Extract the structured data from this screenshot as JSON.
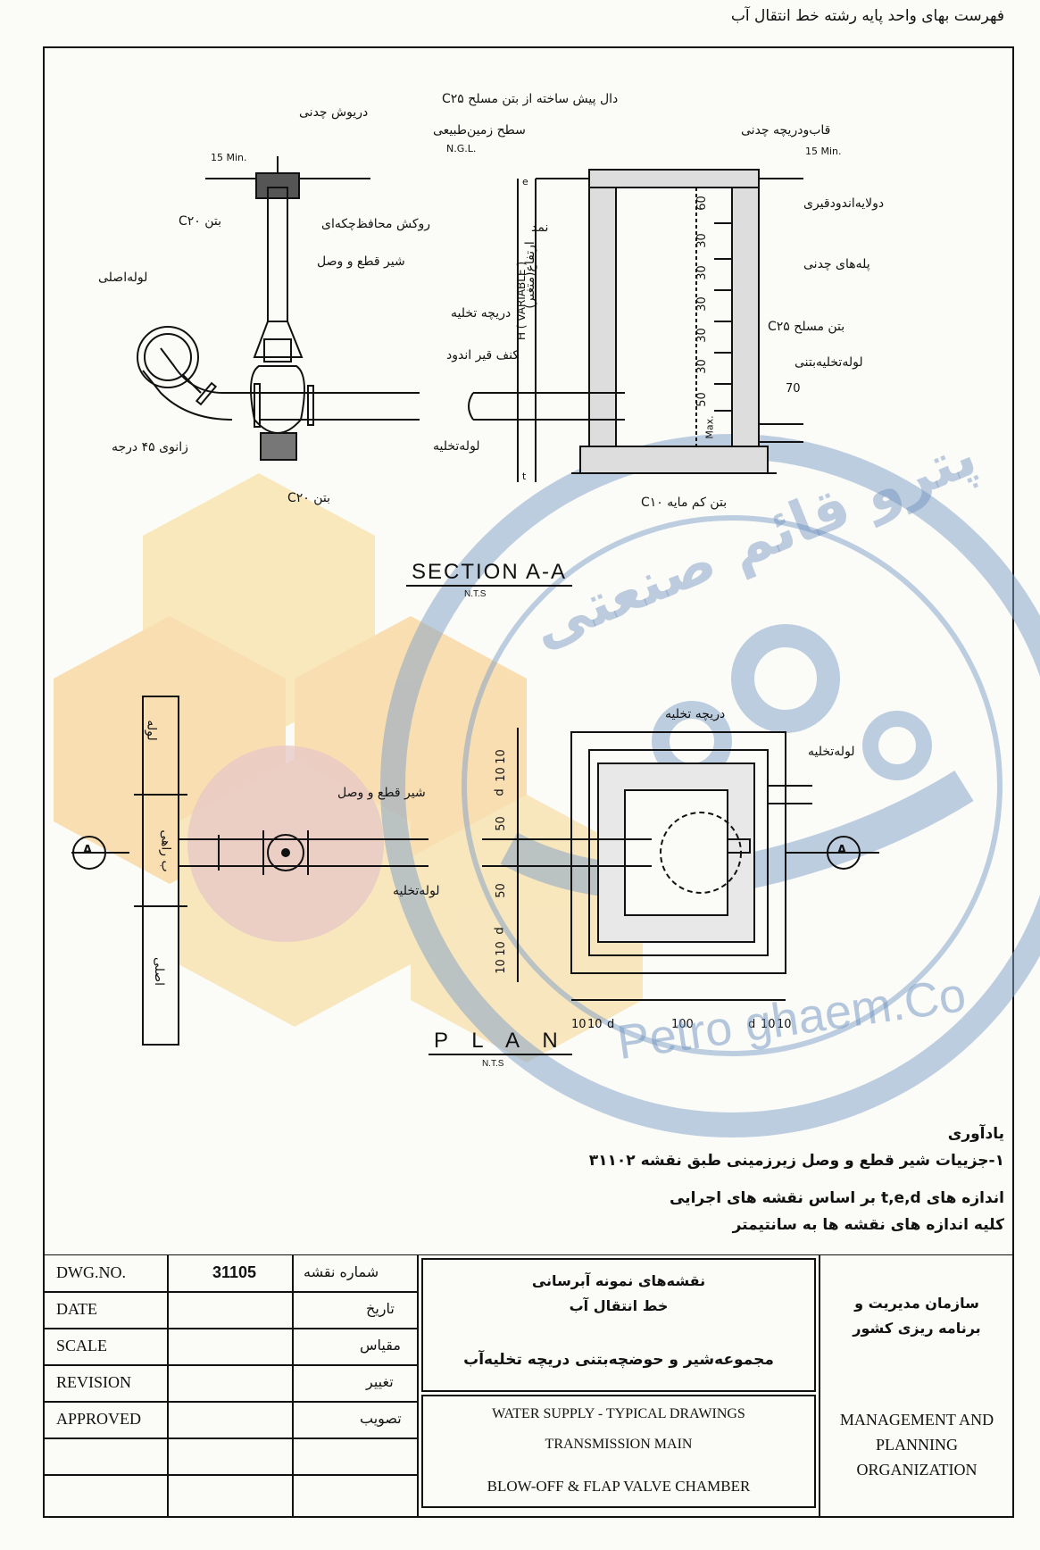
{
  "header": {
    "title": "فهرست بهای واحد پایه رشته خط انتقال آب"
  },
  "section": {
    "title": "SECTION A-A",
    "scale": "N.T.S",
    "labels": {
      "cover": "دریوش چدنی",
      "min15a": "15 Min.",
      "concrete_c20_top": "بتن C۲۰",
      "protective_coating": "روکش محافظ‌چکه‌ای",
      "shutoff_valve": "شیر قطع و وصل",
      "main_pipe": "لوله‌اصلی",
      "elbow45": "زانوی ۴۵ درجه",
      "concrete_c20_bottom": "بتن C۲۰",
      "precast_slab": "دال پیش ساخته از بتن مسلح C۲۵",
      "natural_ground": "سطح زمین‌طبیعی",
      "ngl": "N.G.L.",
      "frame_cover": "قاب‌ودریچه چدنی",
      "min15b": "15 Min.",
      "two_layer_bitumen": "دولایه‌اندودقیری",
      "felt": "نمد",
      "h_variable": "H ( VARIABLE )",
      "height_variable": "ارتفاع(متغیر)",
      "cast_steps": "پله‌های چدنی",
      "flap_valve": "دریچه تخلیه",
      "reinforced_c25": "بتن مسلح C۲۵",
      "tar_caulk": "کنف قیر اندود",
      "drain_concrete_pipe": "لوله‌تخلیه‌بتنی",
      "drain_pipe": "لوله‌تخلیه",
      "lean_concrete": "بتن کم مایه C۱۰",
      "dim_70": "70",
      "dim_max": "Max.",
      "step_dims": [
        "60",
        "30",
        "30",
        "30",
        "30",
        "30",
        "50"
      ],
      "e_mark": "e",
      "t_mark": "t"
    }
  },
  "plan": {
    "title": "P L A N",
    "scale": "N.T.S",
    "labels": {
      "shutoff_valve": "شیر قطع و وصل",
      "drain_pipe": "لوله‌تخلیه",
      "flap_valve": "دریچه تخلیه",
      "drain_pipe2": "لوله‌تخلیه",
      "main_pipe_vertical": [
        "لوله",
        "اصلی"
      ],
      "main_pipe_mid": "ب راهی",
      "section_mark": "A",
      "dims_left": [
        "10",
        "10",
        "d",
        "50",
        "50",
        "d",
        "10",
        "10"
      ],
      "dims_bottom": [
        "10",
        "10",
        "d",
        "100",
        "d",
        "10",
        "10"
      ]
    }
  },
  "notes": {
    "heading": "یادآوری",
    "line1": "۱-جزییات شیر قطع و وصل زیرزمینی طبق نقشه ۳۱۱۰۲",
    "line2": "اندازه های t,e,d بر اساس نقشه های اجرایی",
    "line3": "کلیه اندازه های نقشه ها به سانتیمتر"
  },
  "watermark": {
    "text": "Petro ghaem.Co",
    "fa": "پترو قائم صنعتی"
  },
  "title_block": {
    "rows": [
      {
        "en": "DWG.NO.",
        "value": "31105",
        "fa": "شماره نقشه"
      },
      {
        "en": "DATE",
        "value": "",
        "fa": "تاریخ"
      },
      {
        "en": "SCALE",
        "value": "",
        "fa": "مقیاس"
      },
      {
        "en": "REVISION",
        "value": "",
        "fa": "تغییر"
      },
      {
        "en": "APPROVED",
        "value": "",
        "fa": "تصویب"
      }
    ],
    "fa_title1": "نقشه‌های نمونه آبرسانی",
    "fa_title2": "خط انتقال آب",
    "fa_title3": "مجموعه‌شیر و حوضچه‌بتنی دریچه تخلیه‌آب",
    "en_title1": "WATER SUPPLY - TYPICAL DRAWINGS",
    "en_title2": "TRANSMISSION MAIN",
    "en_title3": "BLOW-OFF & FLAP VALVE CHAMBER",
    "org_fa1": "سازمان مدیریت و",
    "org_fa2": "برنامه ریزی کشور",
    "org_en1": "MANAGEMENT AND",
    "org_en2": "PLANNING",
    "org_en3": "ORGANIZATION"
  }
}
